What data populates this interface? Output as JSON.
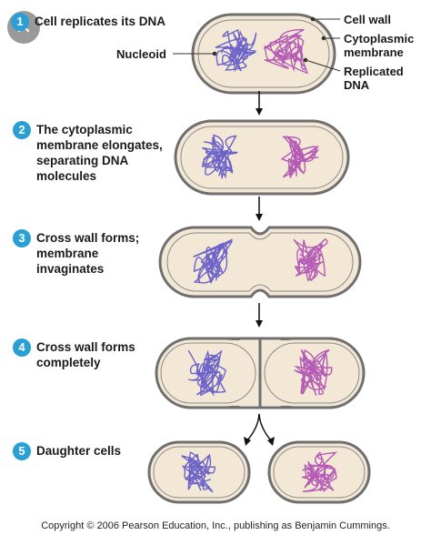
{
  "steps": [
    {
      "num": "1",
      "text": "Cell replicates its DNA"
    },
    {
      "num": "2",
      "text": "The cytoplasmic membrane elongates, separating DNA molecules"
    },
    {
      "num": "3",
      "text": "Cross wall forms; membrane invaginates"
    },
    {
      "num": "4",
      "text": "Cross wall forms completely"
    },
    {
      "num": "5",
      "text": "Daughter cells"
    }
  ],
  "labels": {
    "nucleoid": "Nucleoid",
    "cell_wall": "Cell wall",
    "cytoplasmic_membrane": "Cytoplasmic membrane",
    "replicated_dna": "Replicated DNA"
  },
  "copyright": "Copyright © 2006 Pearson Education, Inc., publishing as Benjamin Cummings.",
  "colors": {
    "badge": "#2a9fd4",
    "cytoplasm": "#f3e8d6",
    "wall": "#6f6f6f",
    "dna_blue": "#6c63c9",
    "dna_pink": "#b45bb5"
  },
  "close_icon": "close-icon"
}
